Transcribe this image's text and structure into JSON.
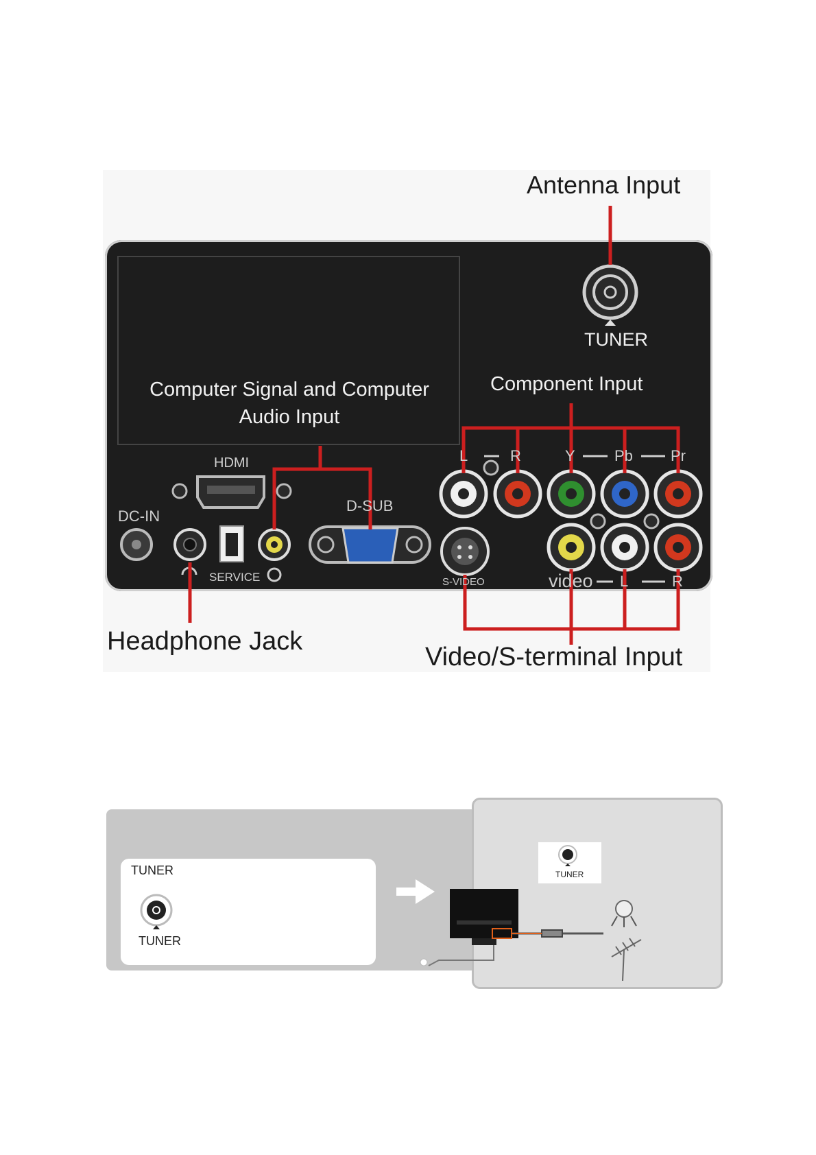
{
  "callouts": {
    "antenna": "Antenna Input",
    "headphone": "Headphone Jack",
    "video_s": "Video/S-terminal Input"
  },
  "panel_labels": {
    "computer": "Computer Signal and Computer Audio Input",
    "component": "Component Input",
    "tuner": "TUNER",
    "hdmi": "HDMI",
    "dc_in": "DC-IN",
    "d_sub": "D-SUB",
    "service": "SERVICE",
    "s_video": "S-VIDEO",
    "comp_L": "L",
    "comp_R": "R",
    "comp_Y": "Y",
    "comp_Pb": "Pb",
    "comp_Pr": "Pr",
    "video": "video",
    "vid_L": "L",
    "vid_R": "R"
  },
  "bottom": {
    "card_title": "TUNER",
    "card_jack_label": "TUNER",
    "mini_label": "TUNER"
  },
  "colors": {
    "leader": "#cc1f1f",
    "panel": "#1d1d1d",
    "white_jack": "#f0f0f0",
    "red_jack": "#d2381e",
    "green_jack": "#2f8f2f",
    "blue_jack": "#2f66c8",
    "yellow_jack": "#e3d84a",
    "vga": "#2a5fb8"
  }
}
